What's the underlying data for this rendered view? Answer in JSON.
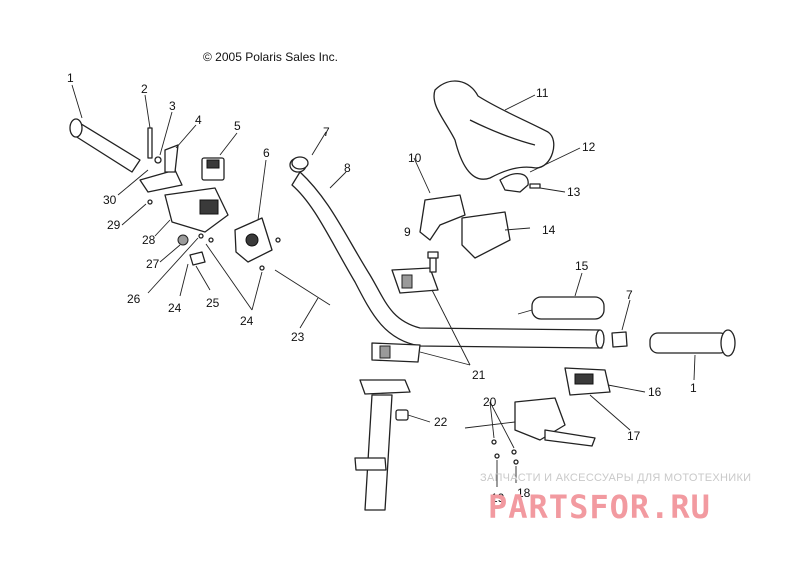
{
  "copyright": "© 2005 Polaris Sales Inc.",
  "watermark": {
    "tagline": "ЗАПЧАСТИ И АКСЕССУАРЫ ДЛЯ МОТОТЕХНИКИ",
    "brand": "PARTSFOR.RU",
    "brand_color": "#f29aa0"
  },
  "callouts": [
    "1",
    "2",
    "3",
    "4",
    "5",
    "6",
    "7",
    "8",
    "9",
    "10",
    "11",
    "12",
    "13",
    "14",
    "15",
    "16",
    "17",
    "18",
    "19",
    "20",
    "21",
    "22",
    "23",
    "24",
    "25",
    "26",
    "27",
    "28",
    "29",
    "30"
  ]
}
